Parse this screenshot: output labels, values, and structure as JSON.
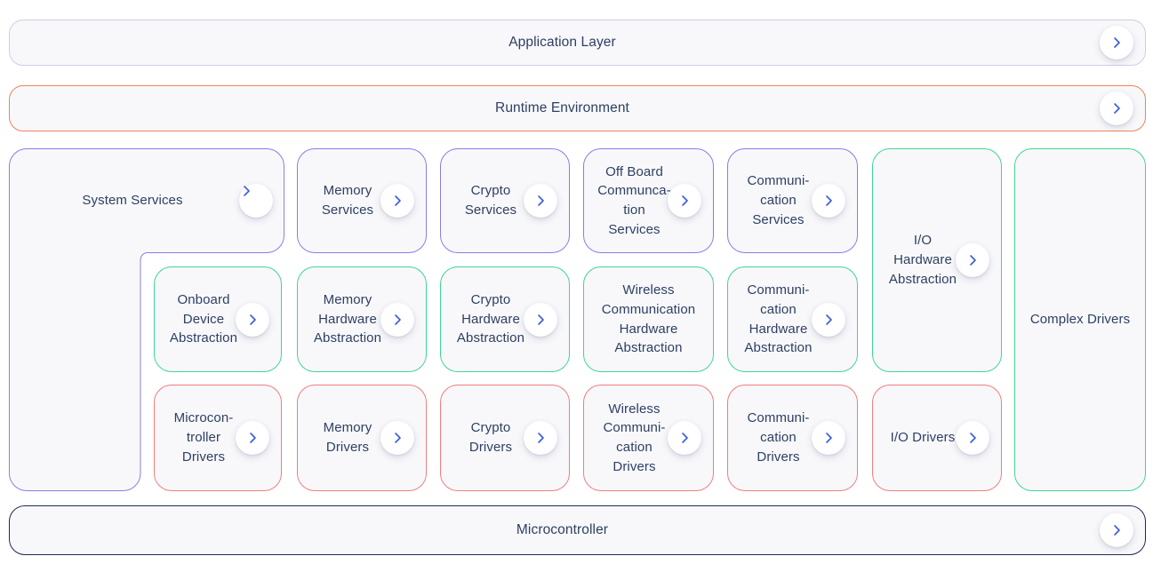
{
  "colors": {
    "accent_chevron": "#3b5bdb",
    "border_application_layer": "#cfcce4",
    "border_runtime_environment": "#f0825d",
    "border_services": "#8a7ce8",
    "border_hardware_abstraction": "#3ed598",
    "border_drivers": "#f17d7d",
    "border_microcontroller": "#1d2c51",
    "box_fill": "#f8f8fb",
    "text": "#2e4062"
  },
  "icons": {
    "chevron": "chevron-right"
  },
  "bars": {
    "application": {
      "label": "Application Layer"
    },
    "runtime": {
      "label": "Runtime Environment"
    },
    "microcontroller": {
      "label": "Microcontroller"
    }
  },
  "grid": {
    "system_services": {
      "label": "System Services"
    },
    "boxes": [
      {
        "label": "Memory\nServices"
      },
      {
        "label": "Crypto\nServices"
      },
      {
        "label": "Off Board\nCommunca-\ntion\nServices"
      },
      {
        "label": "Communi-\ncation\nServices"
      },
      {
        "label": "I/O\nHardware\nAbstraction"
      },
      {
        "label": "Complex Drivers"
      },
      {
        "label": "Onboard\nDevice\nAbstraction"
      },
      {
        "label": "Memory\nHardware\nAbstraction"
      },
      {
        "label": "Crypto\nHardware\nAbstraction"
      },
      {
        "label": "Wireless\nCommunication\nHardware\nAbstraction"
      },
      {
        "label": "Communi-\ncation\nHardware\nAbstraction"
      },
      {
        "label": "Microcon-\ntroller\nDrivers"
      },
      {
        "label": "Memory\nDrivers"
      },
      {
        "label": "Crypto\nDrivers"
      },
      {
        "label": "Wireless\nCommuni-\ncation\nDrivers"
      },
      {
        "label": "Communi-\ncation\nDrivers"
      },
      {
        "label": "I/O Drivers"
      }
    ]
  }
}
